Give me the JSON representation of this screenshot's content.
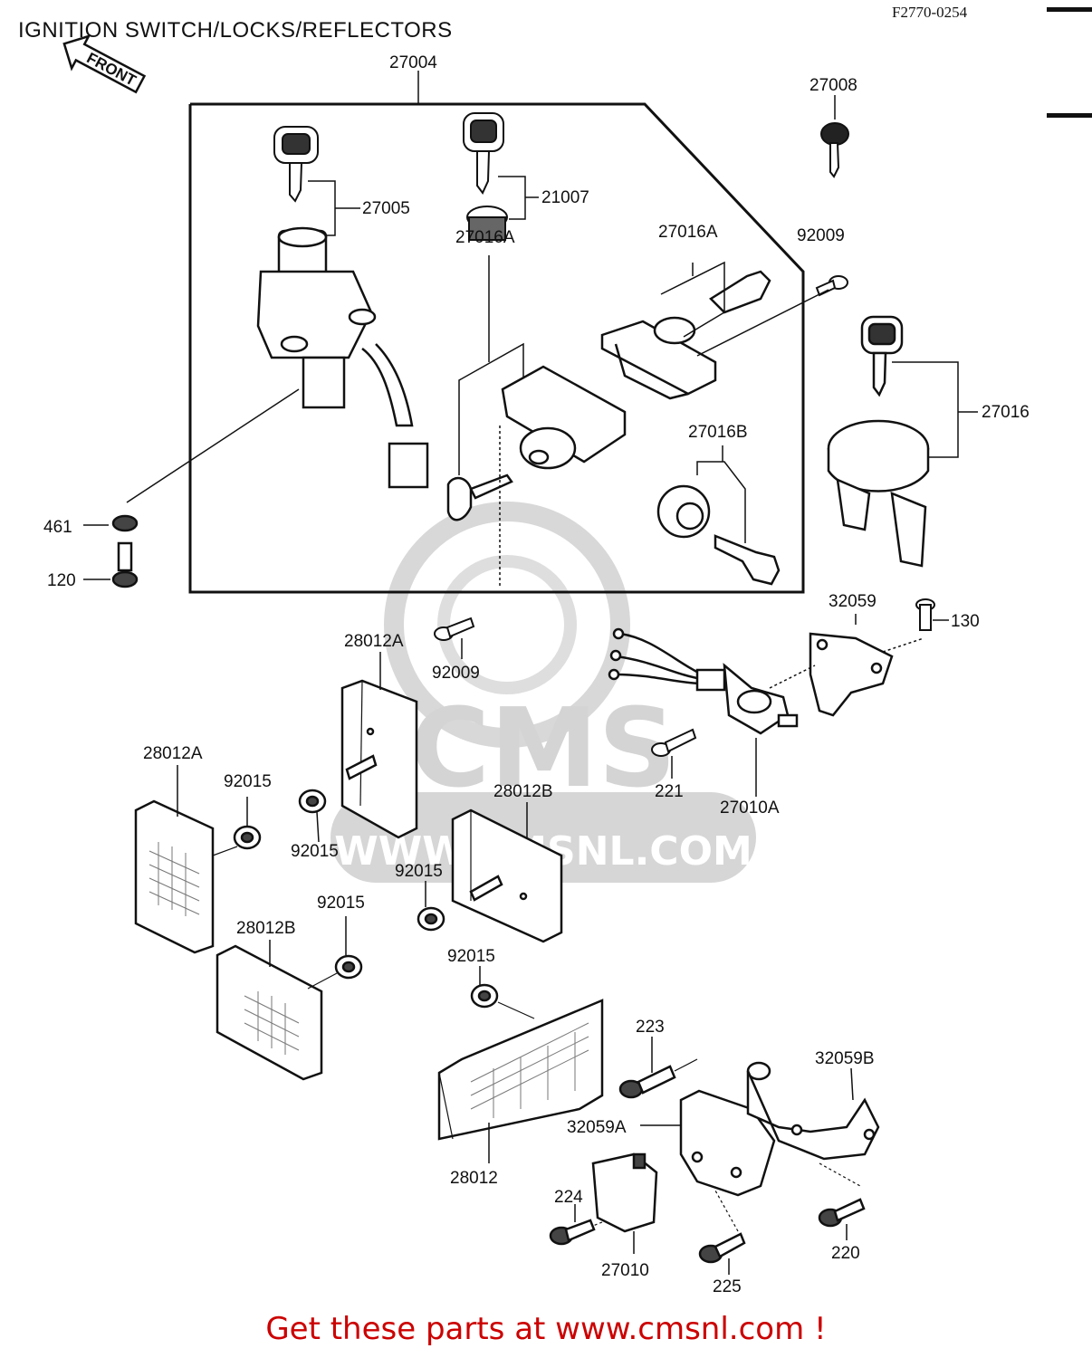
{
  "header": {
    "title": "IGNITION SWITCH/LOCKS/REFLECTORS",
    "code": "F2770-0254"
  },
  "front_arrow": {
    "label": "FRONT"
  },
  "watermark": {
    "brand": "CMS",
    "url": "WWW.CMSNL.COM"
  },
  "labels": {
    "l27004": "27004",
    "l27008": "27008",
    "l27005": "27005",
    "l21007": "21007",
    "l27016A_r": "27016A",
    "l92009_t": "92009",
    "l27016A_l": "27016A",
    "l27016B": "27016B",
    "l27016": "27016",
    "l461": "461",
    "l120": "120",
    "l32059": "32059",
    "l130": "130",
    "l92009_b": "92009",
    "l28012A_t": "28012A",
    "l28012A_l": "28012A",
    "l92015_a": "92015",
    "l92015_b": "92015",
    "l28012B_r": "28012B",
    "l92015_c": "92015",
    "l92015_d": "92015",
    "l28012B_l": "28012B",
    "l92015_e": "92015",
    "l221": "221",
    "l27010A": "27010A",
    "l223": "223",
    "l32059B": "32059B",
    "l32059A": "32059A",
    "l28012": "28012",
    "l224": "224",
    "l27010": "27010",
    "l225": "225",
    "l220": "220"
  },
  "footer": {
    "text": "Get these parts at www.cmsnl.com !"
  },
  "colors": {
    "line": "#111111",
    "footer": "#cc0000",
    "watermark": "#d8d8d8"
  }
}
